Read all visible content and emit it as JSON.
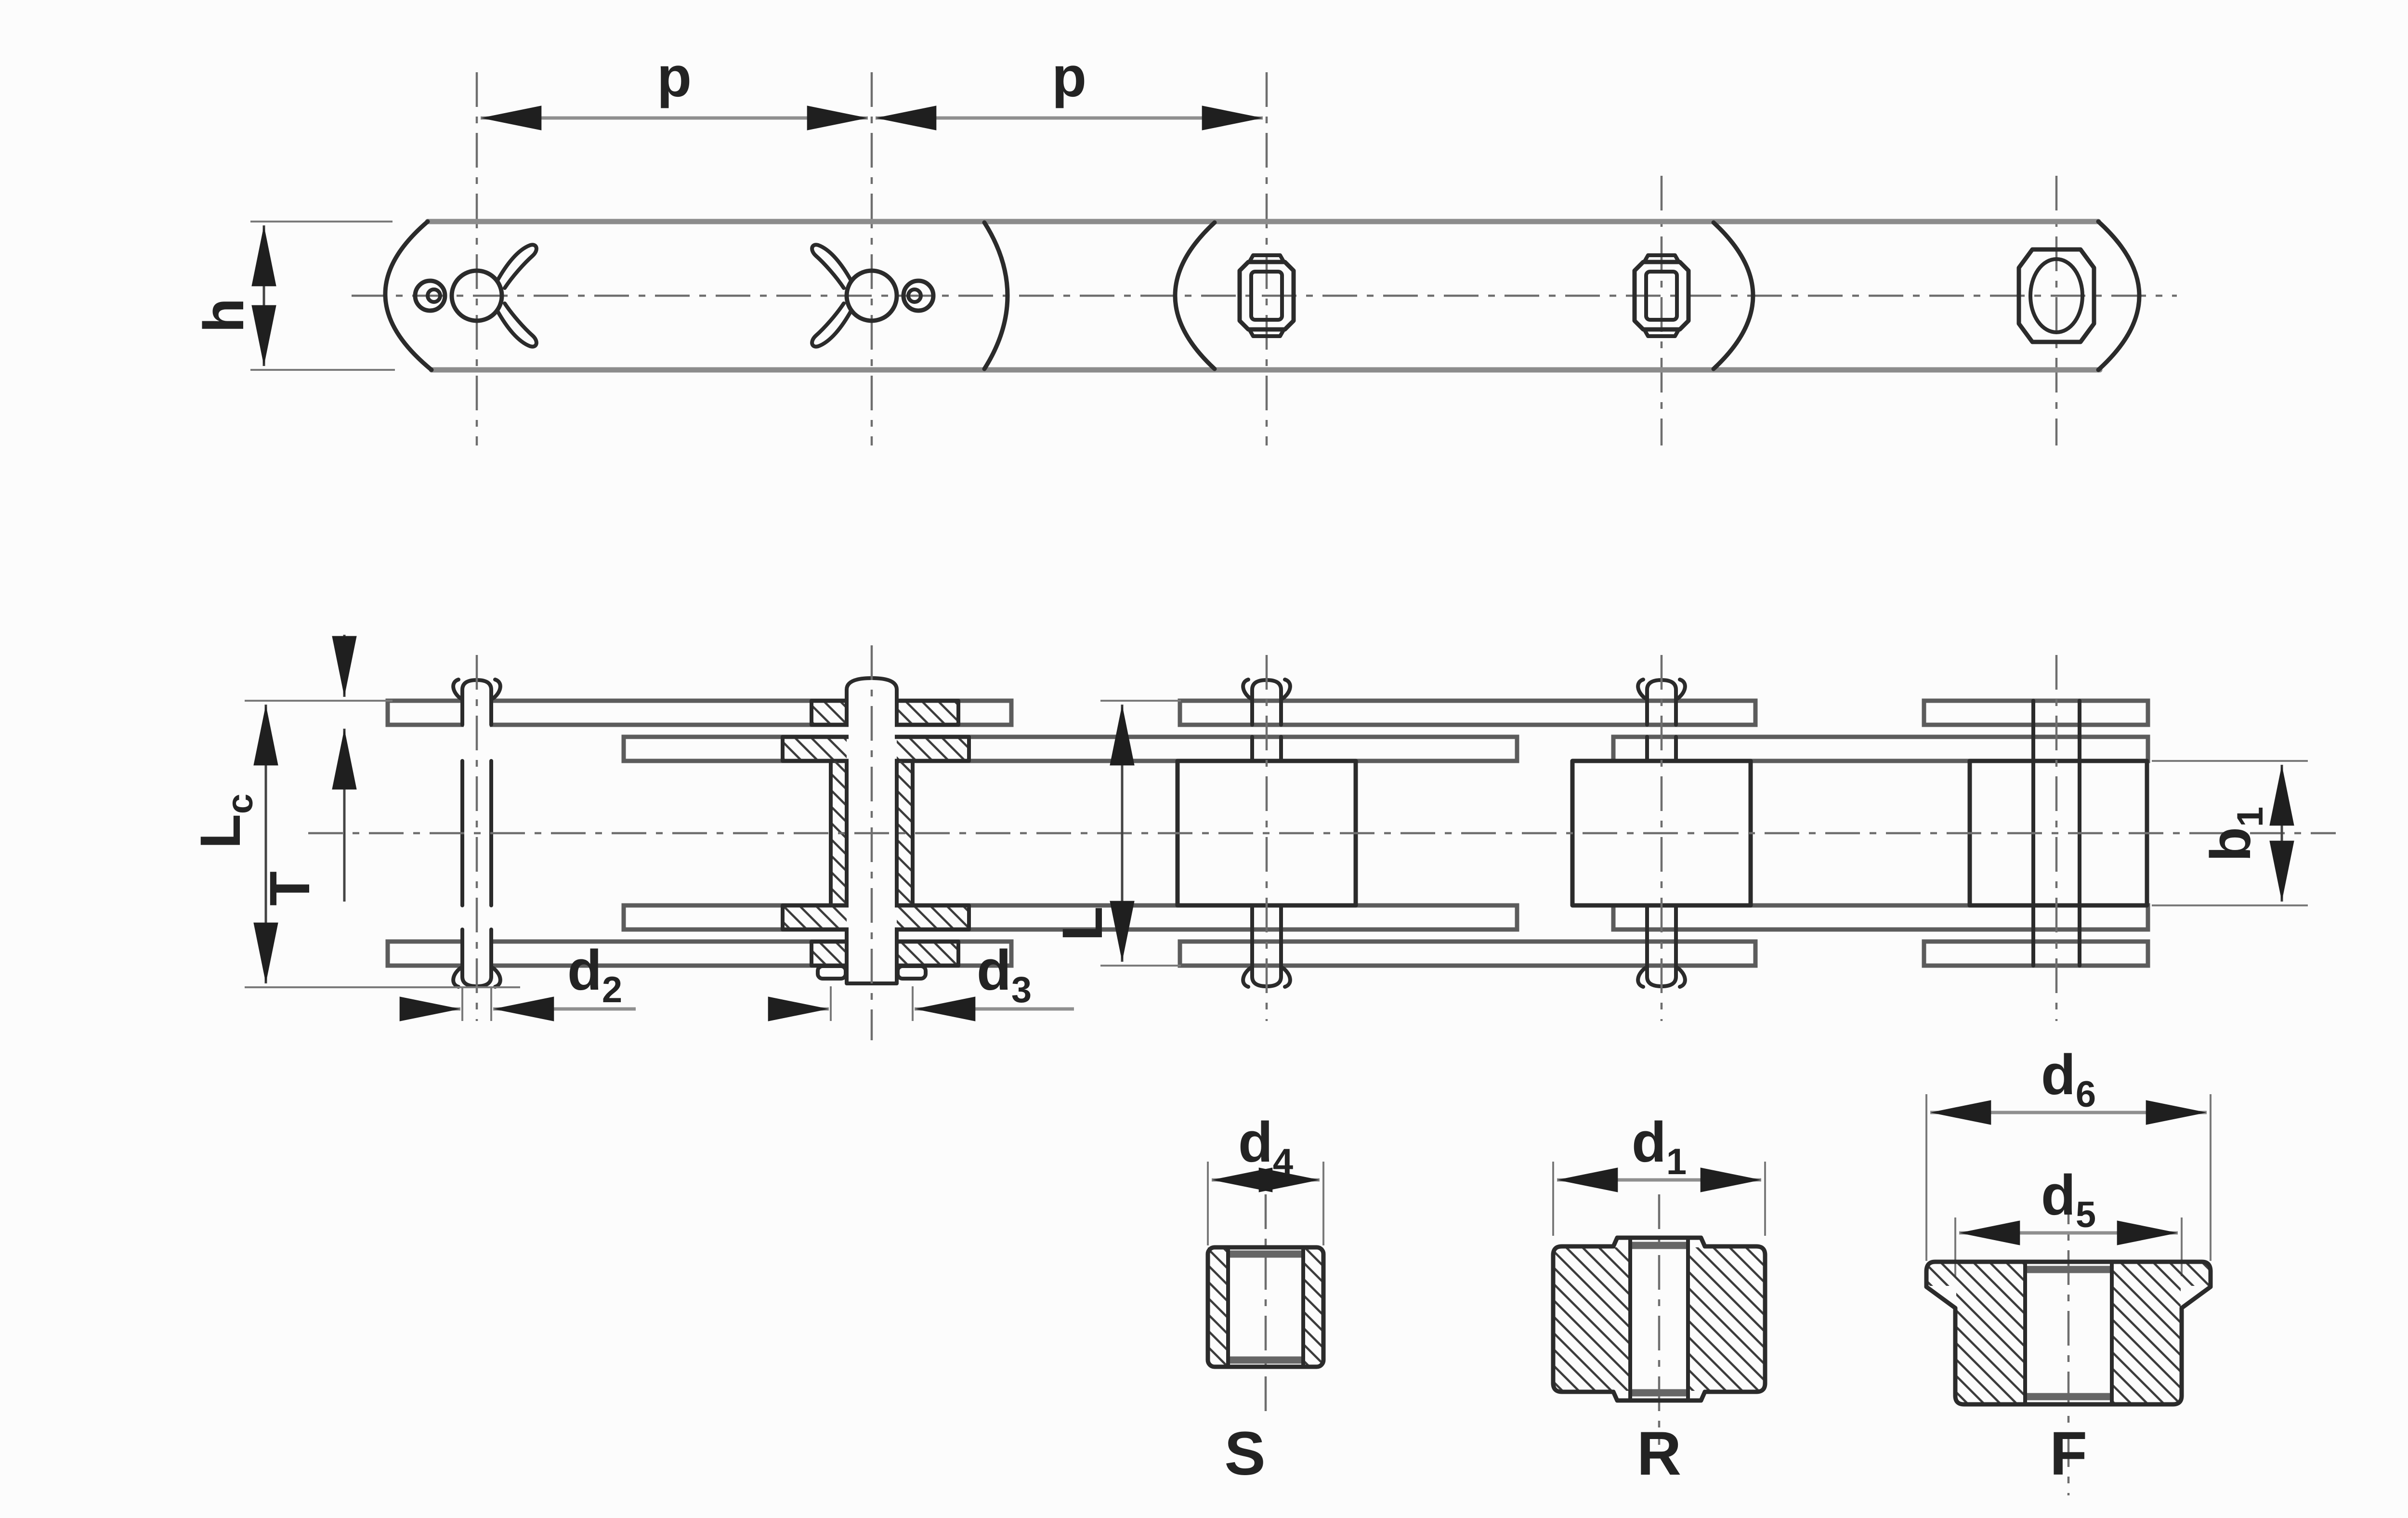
{
  "diagram": {
    "background": "#fcfcfc",
    "colors": {
      "line_dark": "#2b2b2b",
      "line_gray": "#8c8c8c",
      "centerline": "#6e6e6e",
      "text": "#232323"
    },
    "top_view": {
      "pitch_label_1": "p",
      "pitch_label_2": "p",
      "plate_height_label": "h"
    },
    "elevation": {
      "pin_length_over_cotter": {
        "main": "L",
        "sub": "c"
      },
      "plate_thickness": {
        "main": "T",
        "sub": ""
      },
      "pin_length": {
        "main": "L",
        "sub": ""
      },
      "inner_width": {
        "main": "b",
        "sub": "1"
      },
      "pin_diameter": {
        "main": "d",
        "sub": "2"
      },
      "bushing_outer_diameter": {
        "main": "d",
        "sub": "3"
      }
    },
    "sections": {
      "bushing": {
        "letter": "S",
        "diameter": {
          "main": "d",
          "sub": "4"
        }
      },
      "roller": {
        "letter": "R",
        "diameter": {
          "main": "d",
          "sub": "1"
        }
      },
      "flanged_roller": {
        "letter": "F",
        "flange_diameter": {
          "main": "d",
          "sub": "6"
        },
        "body_diameter": {
          "main": "d",
          "sub": "5"
        }
      }
    }
  }
}
